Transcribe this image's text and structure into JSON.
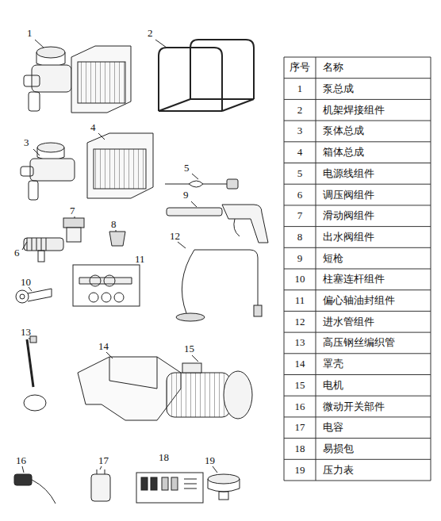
{
  "diagram": {
    "labels": [
      "1",
      "2",
      "3",
      "4",
      "5",
      "6",
      "7",
      "8",
      "9",
      "10",
      "11",
      "12",
      "13",
      "14",
      "15",
      "16",
      "17",
      "18",
      "19",
      "序号",
      "名称",
      "1",
      "泵总成",
      "2",
      "机架焊接组件",
      "3",
      "泵体总成",
      "4",
      "箱体总成",
      "5",
      "电源线组件",
      "6",
      "调压阀组件",
      "7",
      "滑动阀组件",
      "8",
      "出水阀组件",
      "9",
      "短枪",
      "10",
      "柱塞连杆组件",
      "11",
      "偏心轴油封组件",
      "12",
      "进水管组件",
      "13",
      "高压钢丝编织管",
      "14",
      "罩壳",
      "15",
      "电机",
      "16",
      "微动开关部件",
      "17",
      "电容",
      "18",
      "易损包",
      "19",
      "压力表"
    ]
  }
}
